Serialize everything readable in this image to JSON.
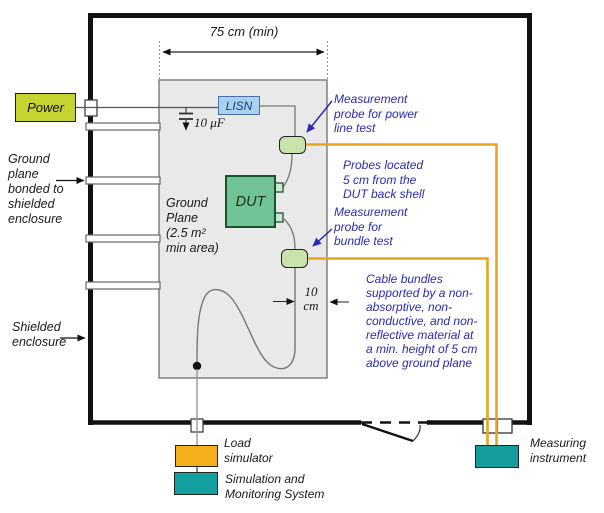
{
  "dimensions": {
    "top_width": "75 cm (min)",
    "capacitor": "10 μF",
    "probe_distance_value": "10",
    "probe_distance_unit": "cm"
  },
  "boxes": {
    "power": "Power",
    "lisn": "LISN",
    "dut": "DUT"
  },
  "left_labels": {
    "ground_bond": [
      "Ground",
      "plane",
      "bonded to",
      "shielded",
      "enclosure"
    ],
    "shielded": [
      "Shielded",
      "enclosure"
    ]
  },
  "inner_labels": {
    "ground_plane": [
      "Ground",
      "Plane",
      "(2.5 m²",
      "min area)"
    ]
  },
  "annotations": {
    "power_probe": [
      "Measurement",
      "probe for power",
      "line test"
    ],
    "probes_located": [
      "Probes located",
      "5 cm from the",
      "DUT back shell"
    ],
    "bundle_probe": [
      "Measurement",
      "probe for",
      "bundle test"
    ],
    "cable_bundles": [
      "Cable bundles",
      "supported by a non-",
      "absorptive, non-",
      "conductive, and non-",
      "reflective material at",
      "a min. height of 5 cm",
      "above ground plane"
    ]
  },
  "bottom_labels": {
    "load_simulator": [
      "Load",
      "simulator"
    ],
    "sim_mon": [
      "Simulation and",
      "Monitoring System"
    ],
    "measuring_instrument": [
      "Measuring",
      "instrument"
    ]
  },
  "colors": {
    "power_fill": "#c5d430",
    "lisn_fill": "#a9d2f2",
    "dut_fill": "#6fc394",
    "probe_fill": "#c9e3ac",
    "load_fill": "#f3b01c",
    "teal_fill": "#13a0a0",
    "cable_orange": "#e6a71f",
    "annotation_blue": "#2a2ab5",
    "ground_plane_fill": "#e9e9e9"
  }
}
